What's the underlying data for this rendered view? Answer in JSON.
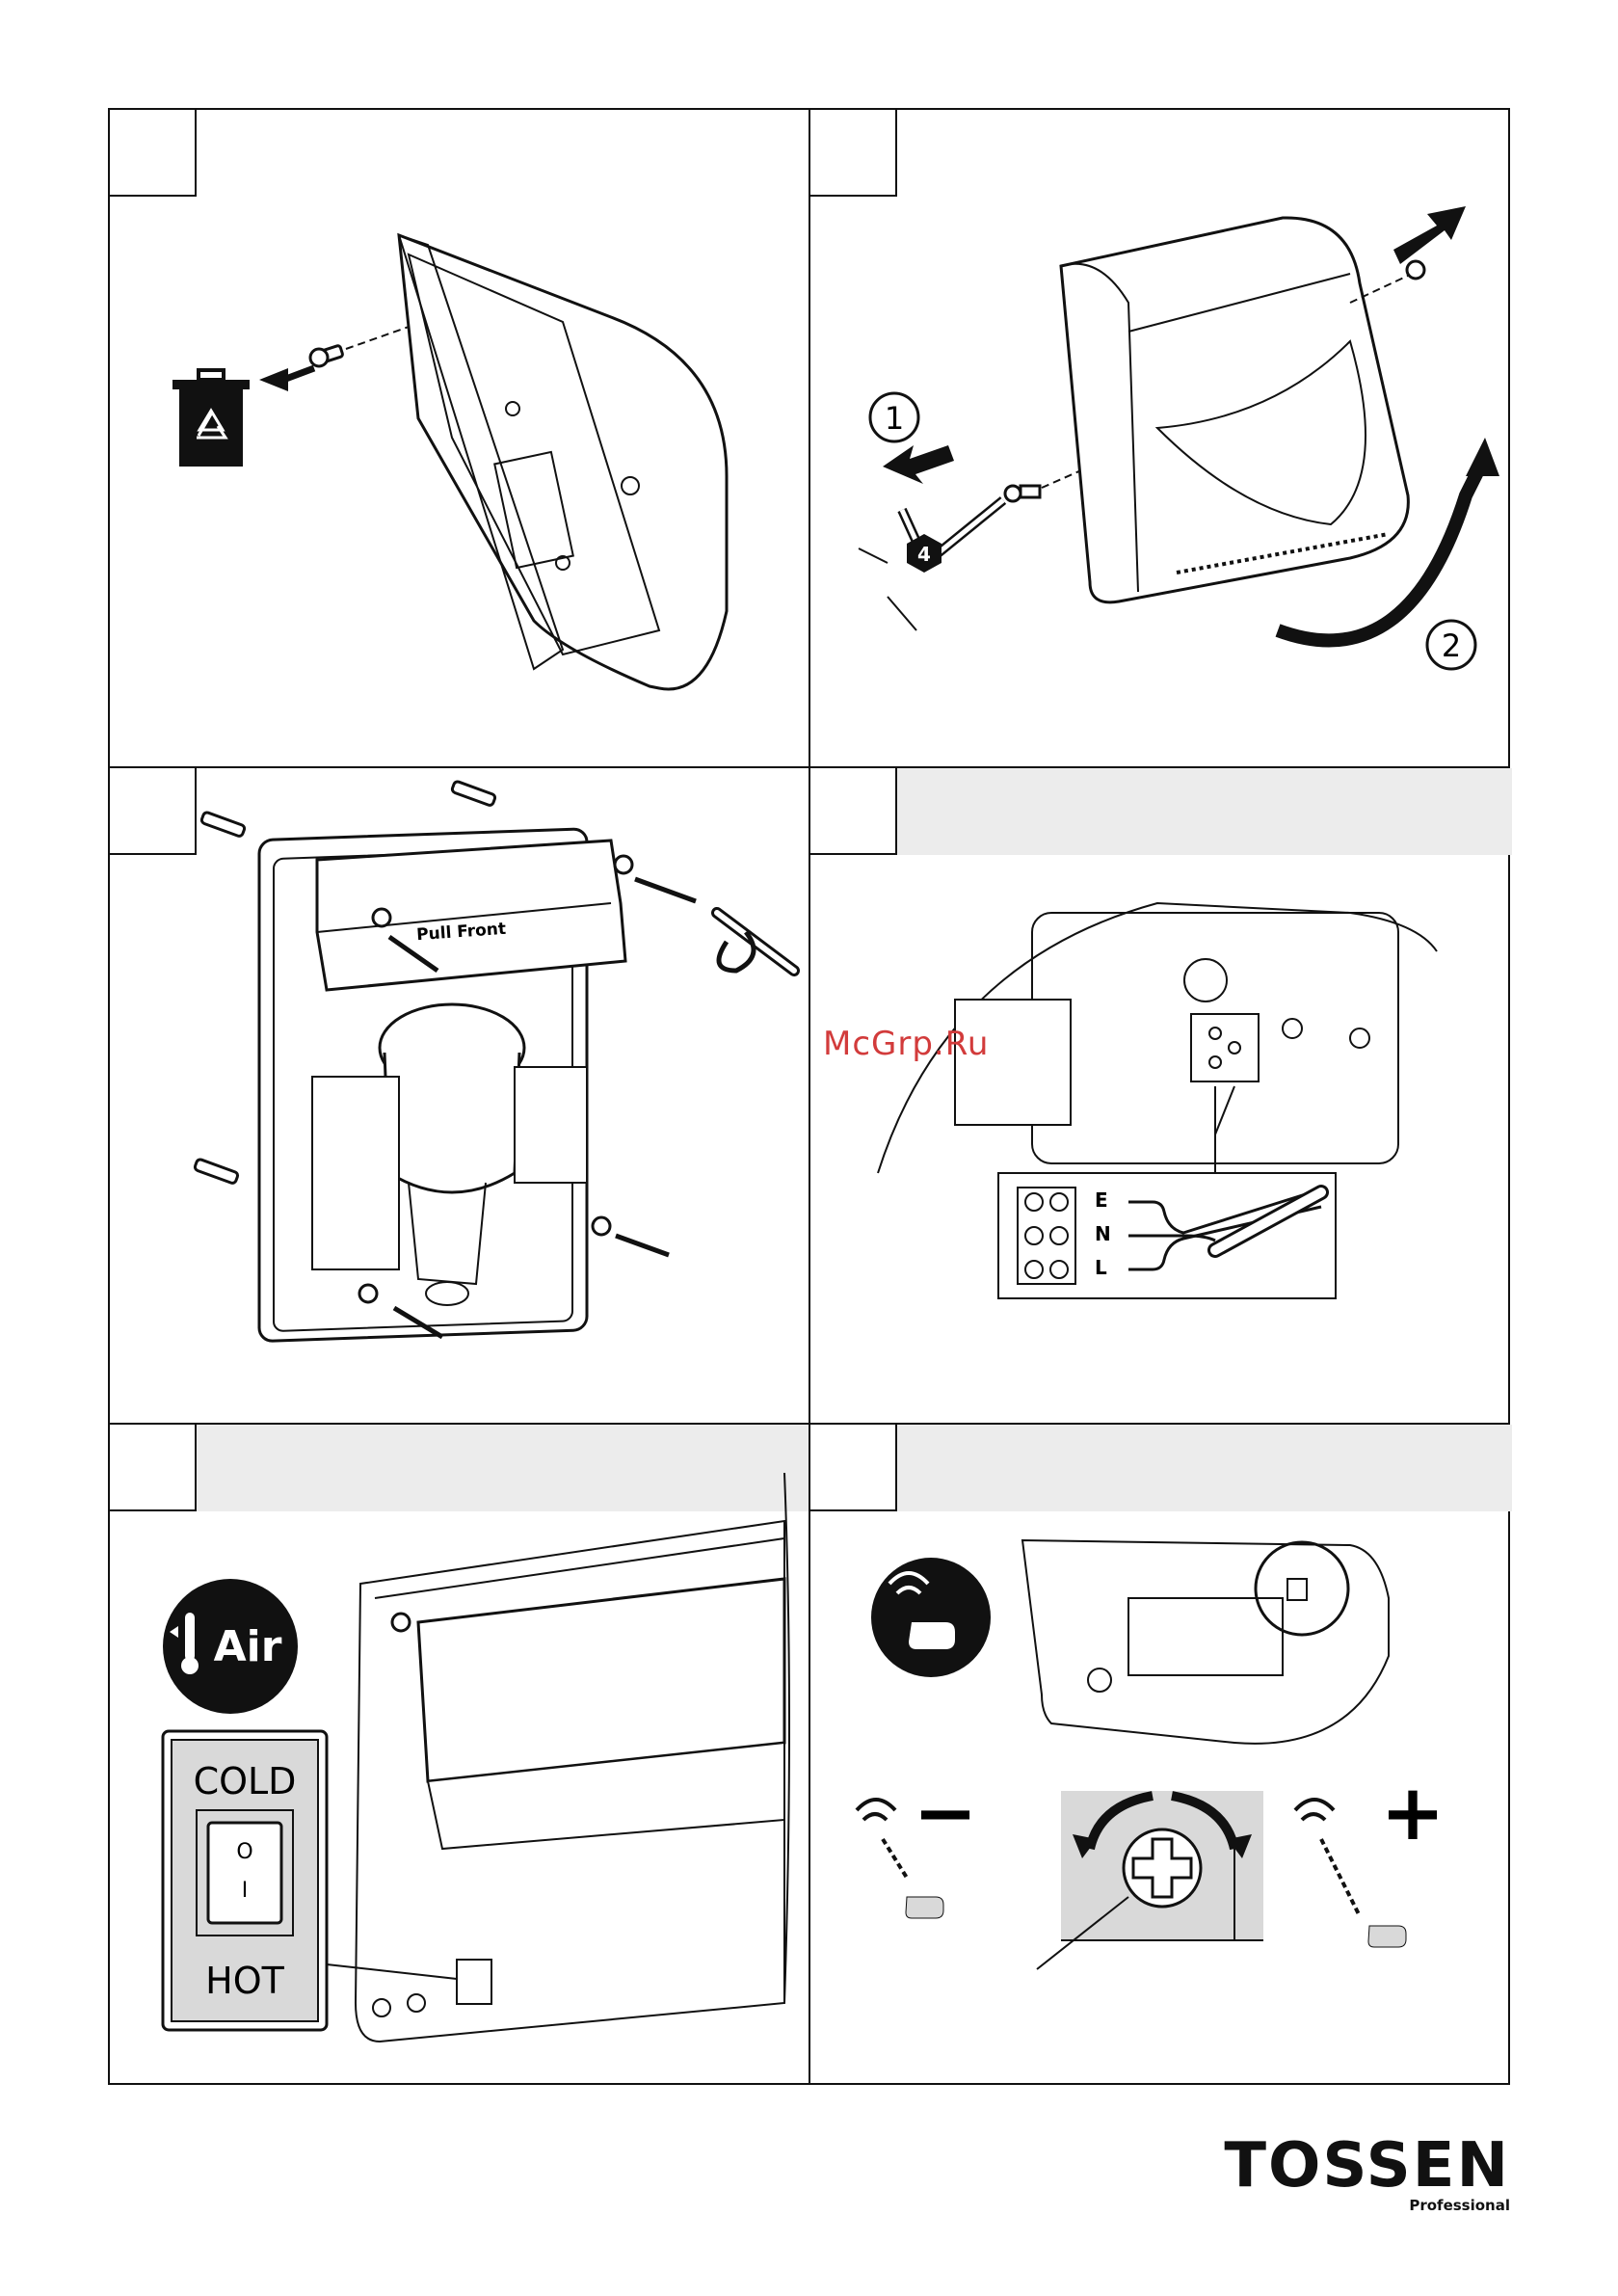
{
  "panels": {
    "p3": {
      "print_label": "Pull Front"
    },
    "p4": {
      "terminal_labels": [
        "L",
        "N",
        "E"
      ]
    },
    "p5": {
      "air_label": "Air",
      "switch_top": "COLD",
      "switch_bottom": "HOT",
      "switch_on": "I",
      "switch_off": "O"
    },
    "p6": {
      "minus": "−",
      "plus": "+"
    },
    "p2": {
      "step1": "1",
      "step2": "2",
      "hex_size": "4"
    }
  },
  "watermark": "McGrp.Ru",
  "brand": {
    "name": "TOSSEN",
    "sub": "Professional"
  },
  "colors": {
    "line": "#111111",
    "band": "#ececec",
    "watermark": "#d23b3b",
    "switch_bg": "#d9d9d9"
  }
}
